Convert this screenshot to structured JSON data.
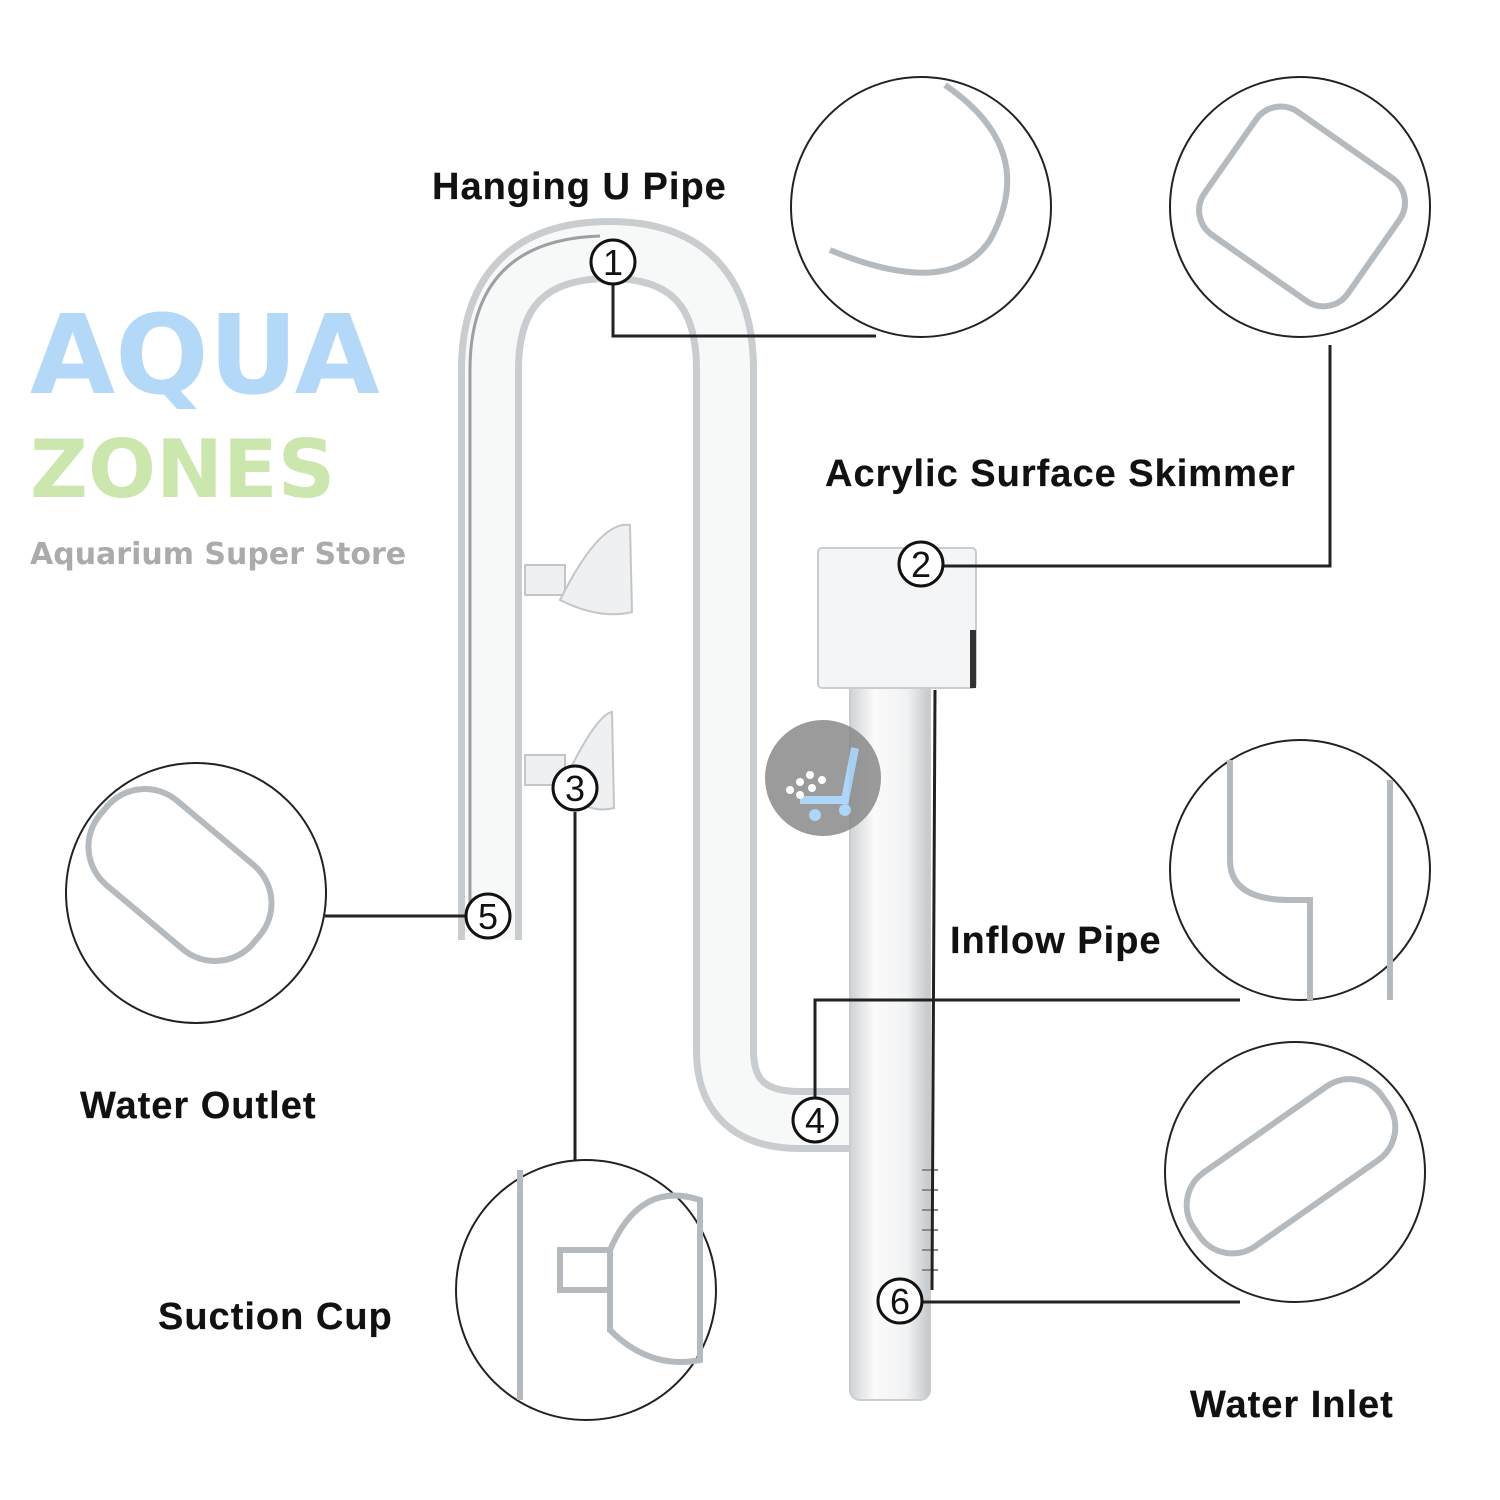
{
  "labels": {
    "hanging_u_pipe": "Hanging U Pipe",
    "acrylic_surface_skimmer": "Acrylic Surface Skimmer",
    "inflow_pipe": "Inflow Pipe",
    "water_outlet": "Water Outlet",
    "suction_cup": "Suction Cup",
    "water_inlet": "Water Inlet"
  },
  "callouts": [
    "1",
    "2",
    "3",
    "4",
    "5",
    "6"
  ],
  "watermark": {
    "brand_part1": "AQUA",
    "brand_part2": "ZONES",
    "tagline": "Aquarium Super Store",
    "colors": {
      "aqua": "#9fd0f7",
      "zones": "#b8e08a",
      "tagline": "#9a9a9a",
      "logo": "#8a8a8a"
    }
  }
}
